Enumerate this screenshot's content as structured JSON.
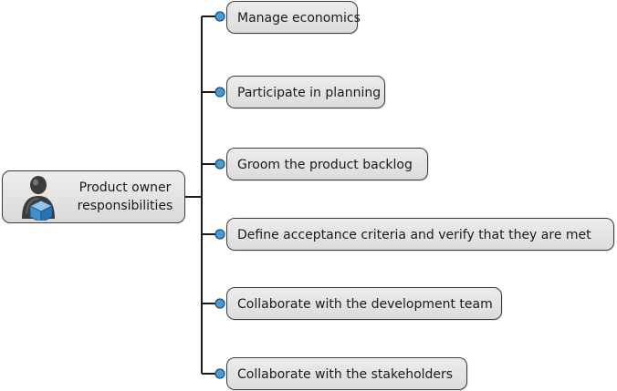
{
  "root": {
    "label_line1": "Product owner",
    "label_line2": "responsibilities",
    "icon": "product-owner-icon"
  },
  "branches": [
    {
      "label": "Manage economics"
    },
    {
      "label": "Participate in planning"
    },
    {
      "label": "Groom the product backlog"
    },
    {
      "label": "Define acceptance criteria and verify that they are met"
    },
    {
      "label": "Collaborate with the development team"
    },
    {
      "label": "Collaborate with the stakeholders"
    }
  ],
  "colors": {
    "node_fill": "#e3e3e3",
    "node_border": "#3a3a3a",
    "connector_dot": "#4a9ad4",
    "avatar_cube": "#3d8fd0"
  }
}
